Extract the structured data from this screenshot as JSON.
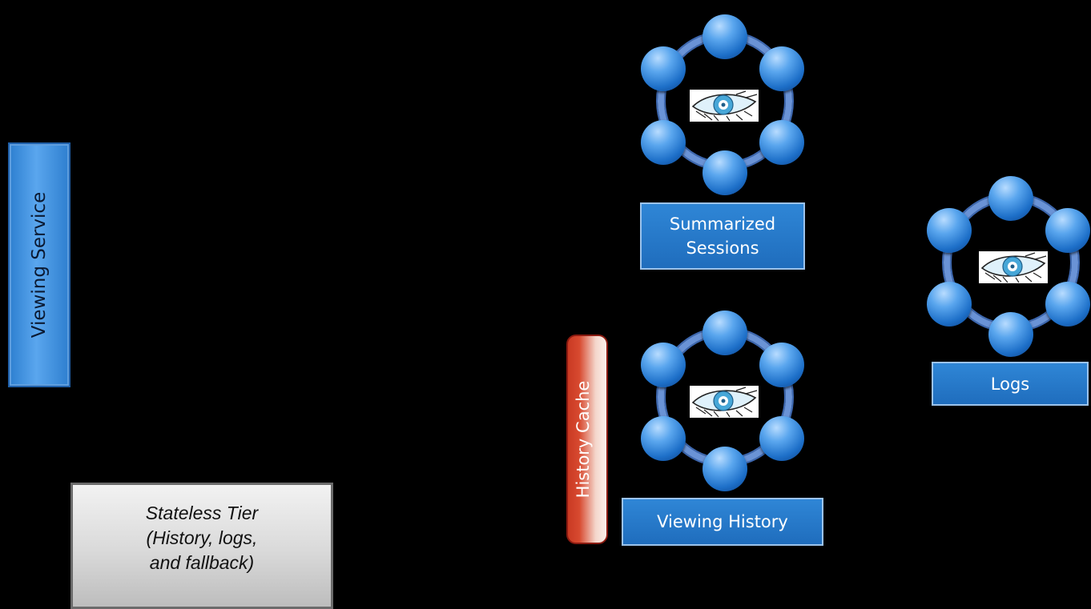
{
  "viewing_service": {
    "label": "Viewing Service",
    "color": "#2d7fd0"
  },
  "stateless_tier": {
    "lines": [
      "Stateless Tier",
      "(History, logs,",
      "and fallback)"
    ]
  },
  "history_cache": {
    "label": "History Cache",
    "color": "#c93a23"
  },
  "clusters": {
    "summarized": {
      "label_lines": [
        "Summarized",
        "Sessions"
      ],
      "icon": "cassandra-eye-icon"
    },
    "history": {
      "label": "Viewing History",
      "icon": "cassandra-eye-icon"
    },
    "logs": {
      "label": "Logs",
      "icon": "cassandra-eye-icon"
    }
  },
  "colors": {
    "background": "#000000",
    "node_blue": "#1d6fc8",
    "ring": "#6a93d6"
  }
}
